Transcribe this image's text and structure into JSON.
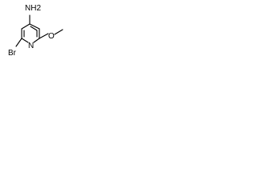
{
  "molecule": {
    "labels": {
      "amine": "NH2",
      "ring_nitrogen": "N",
      "bromine": "Br",
      "oxygen": "O"
    }
  },
  "colors": {
    "line": "#000000",
    "background": "#ffffff"
  }
}
